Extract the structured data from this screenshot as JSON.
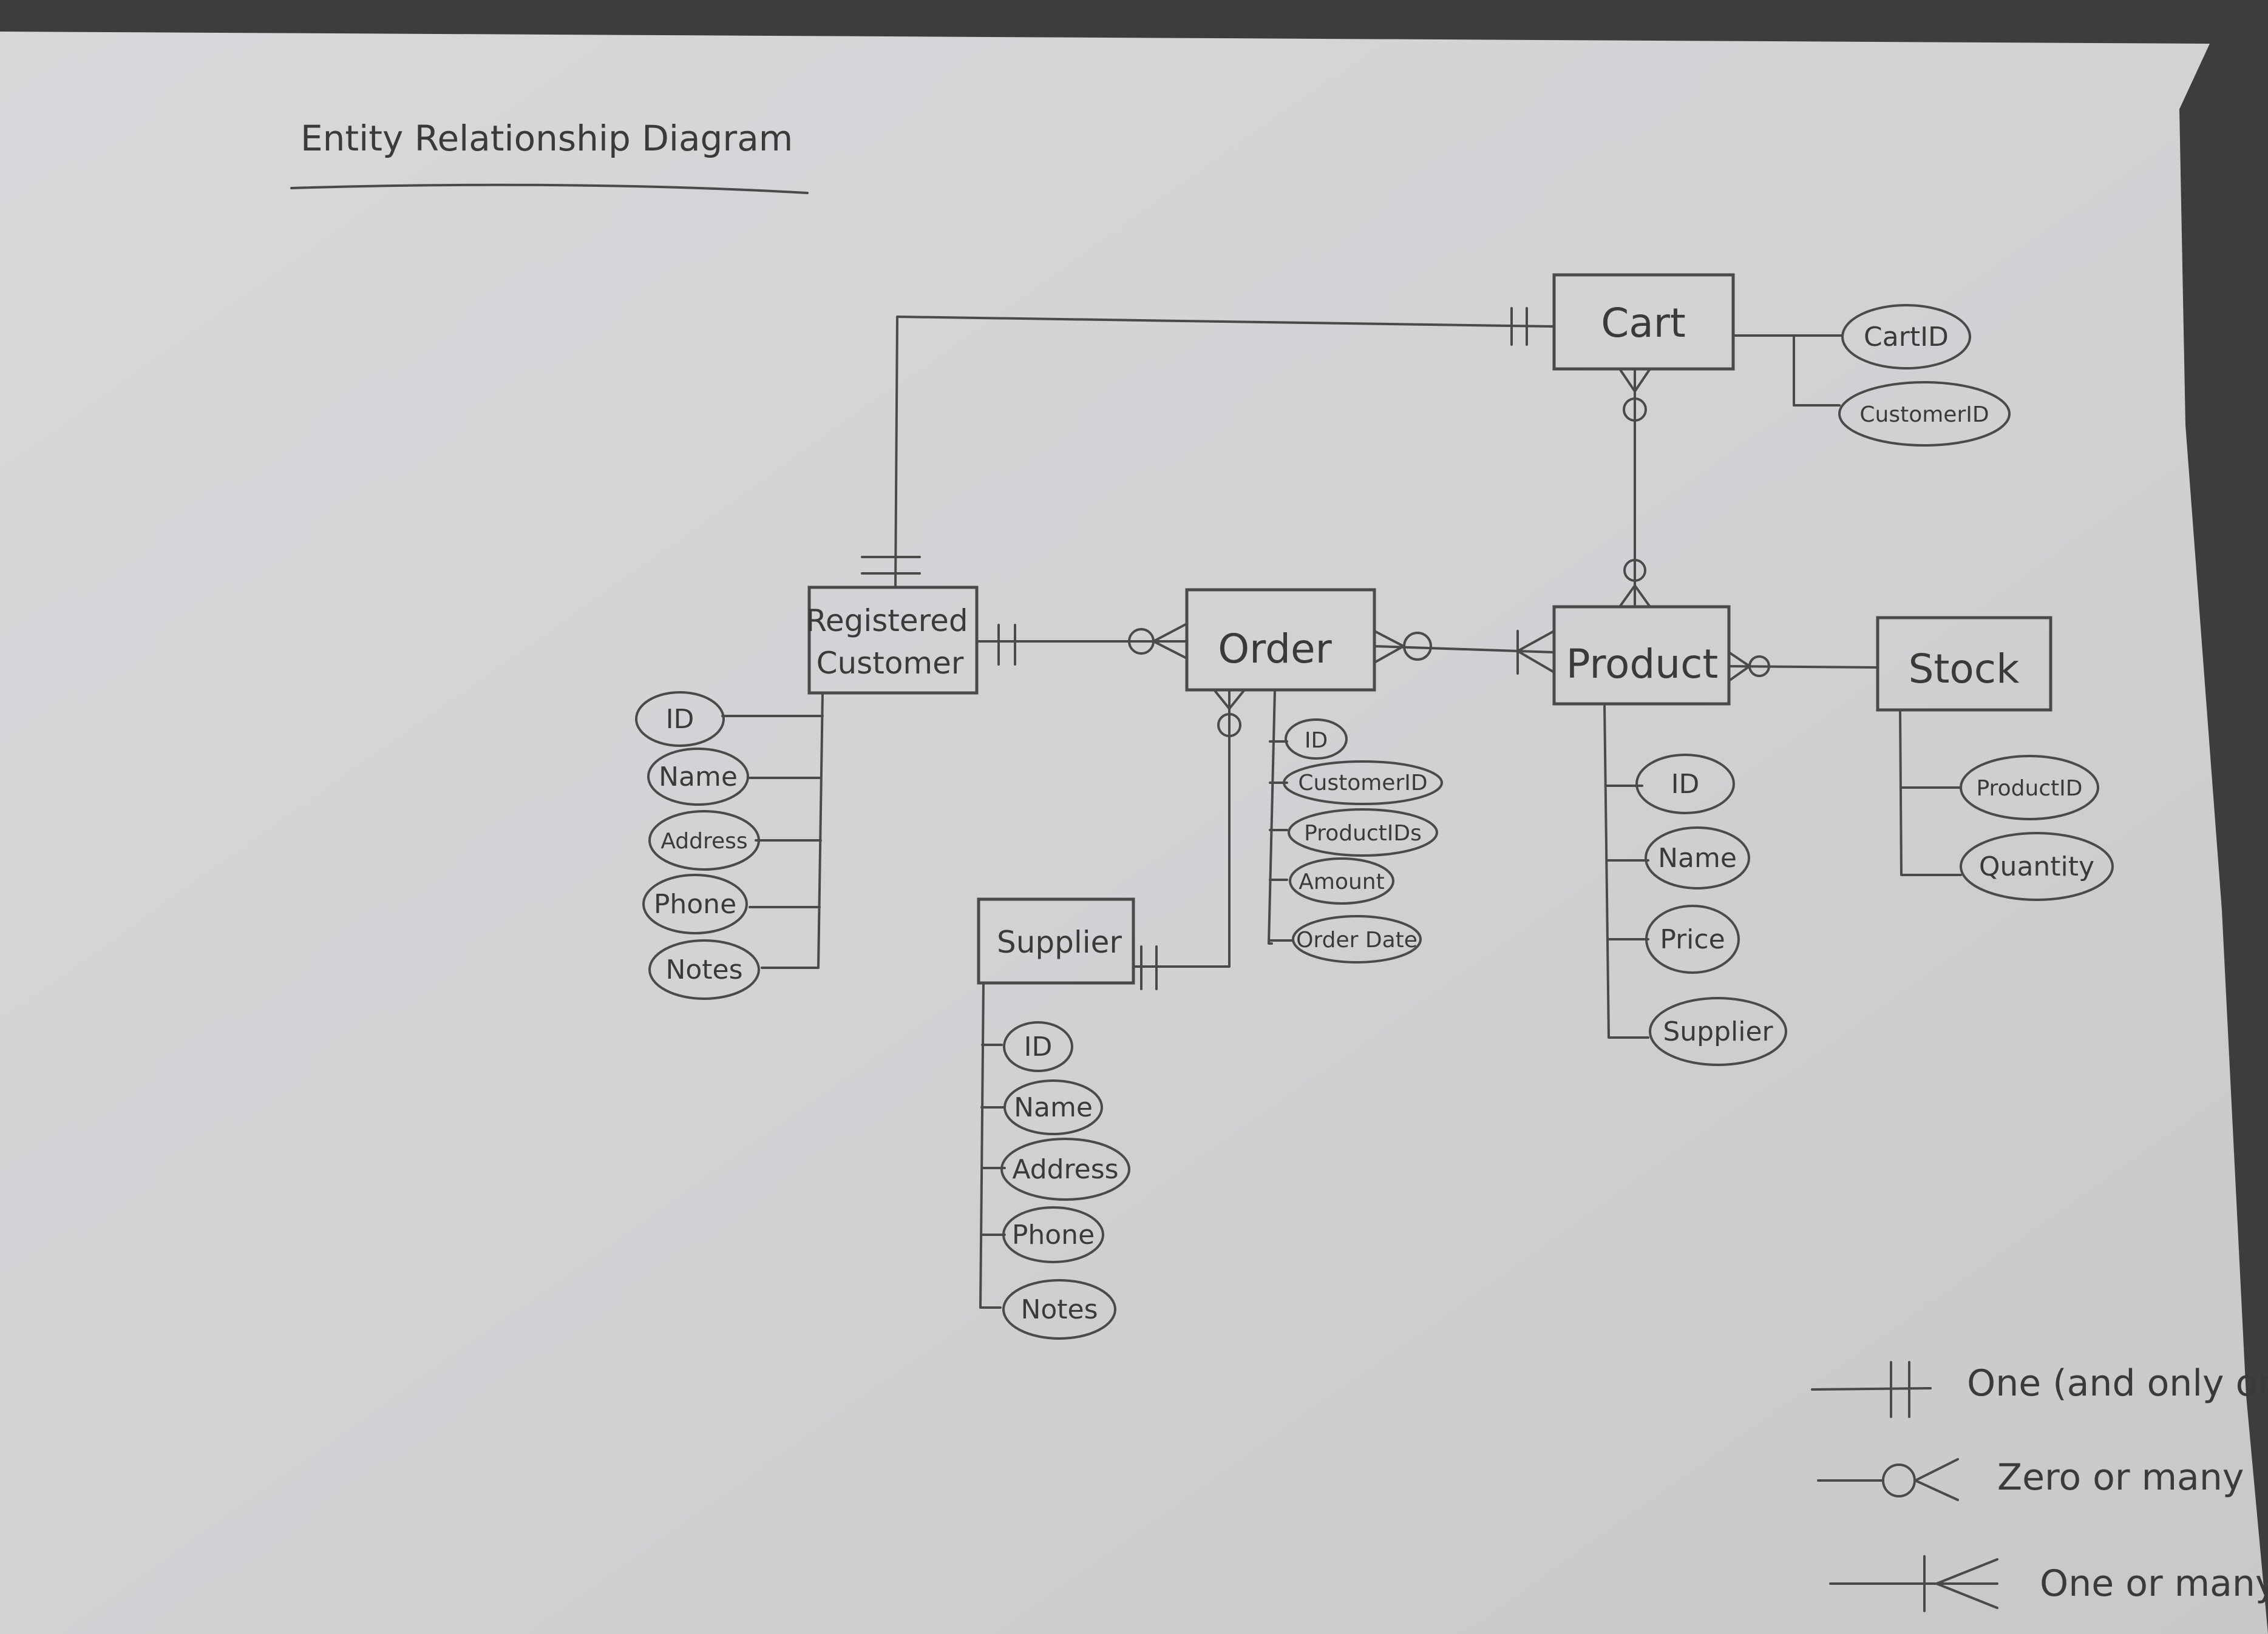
{
  "title": "Entity Relationship Diagram",
  "entities": {
    "cart": "Cart",
    "registered_customer": [
      "Registered",
      "Customer"
    ],
    "order": "Order",
    "product": "Product",
    "stock": "Stock",
    "supplier": "Supplier"
  },
  "attributes": {
    "cart": [
      "CartID",
      "CustomerID"
    ],
    "registered_customer": [
      "ID",
      "Name",
      "Address",
      "Phone",
      "Notes"
    ],
    "order": [
      "ID",
      "CustomerID",
      "ProductIDs",
      "Amount",
      "Order Date"
    ],
    "product": [
      "ID",
      "Name",
      "Price",
      "Supplier"
    ],
    "stock": [
      "ProductID",
      "Quantity"
    ],
    "supplier": [
      "ID",
      "Name",
      "Address",
      "Phone",
      "Notes"
    ]
  },
  "legend": {
    "one_only": "One (and only one)",
    "zero_many": "Zero or many",
    "one_many": "One or many"
  },
  "colors": {
    "paper": "#d2d0d3",
    "ink": "#4a4a4a",
    "background": "#3b3e3c"
  }
}
